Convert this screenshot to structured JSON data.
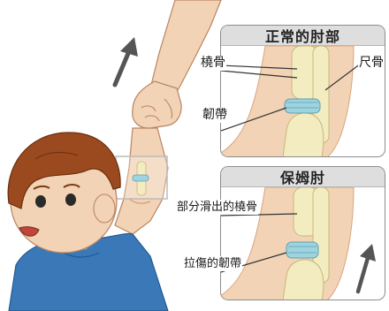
{
  "panels": {
    "normal": {
      "title": "正常的肘部"
    },
    "nursemaid": {
      "title": "保姆肘"
    }
  },
  "labels": {
    "radius": "橈骨",
    "ulna": "尺骨",
    "ligament": "韌帶",
    "subluxed_radius": "部分滑出的橈骨",
    "torn_ligament": "拉傷的韌帶"
  },
  "colors": {
    "skin": "#f2d3b6",
    "skin_shadow": "#d9a57e",
    "hair": "#9a4a1e",
    "shirt": "#3a78b8",
    "bone": "#f3ecc0",
    "ligament": "#9ed3e0",
    "arrow": "#555555",
    "panel_header": "#dedede"
  }
}
